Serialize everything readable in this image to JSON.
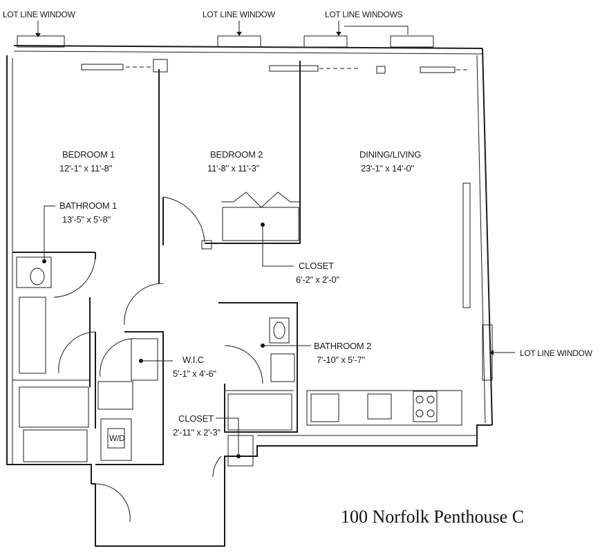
{
  "title": "100 Norfolk Penthouse C",
  "window_labels": {
    "top_left": "LOT LINE WINDOW",
    "top_center": "LOT LINE WINDOW",
    "top_right": "LOT LINE WINDOWS",
    "right_side": "LOT LINE WINDOW"
  },
  "rooms": {
    "bedroom1": {
      "name": "BEDROOM 1",
      "dims": "12'-1\" x 11'-8\""
    },
    "bedroom2": {
      "name": "BEDROOM 2",
      "dims": "11'-8\" x 11'-3\""
    },
    "dining_living": {
      "name": "DINING/LIVING",
      "dims": "23'-1\" x 14'-0\""
    },
    "bathroom1": {
      "name": "BATHROOM 1",
      "dims": "13'-5\" x 5'-8\""
    },
    "closet_bed2": {
      "name": "CLOSET",
      "dims": "6'-2\" x 2'-0\""
    },
    "bathroom2": {
      "name": "BATHROOM 2",
      "dims": "7'-10\" x 5'-7\""
    },
    "wic": {
      "name": "W.I.C",
      "dims": "5'-1\" x 4'-6\""
    },
    "closet_entry": {
      "name": "CLOSET",
      "dims": "2'-11\" x 2'-3\""
    }
  },
  "appliance_labels": {
    "washer_dryer": "W/D"
  }
}
